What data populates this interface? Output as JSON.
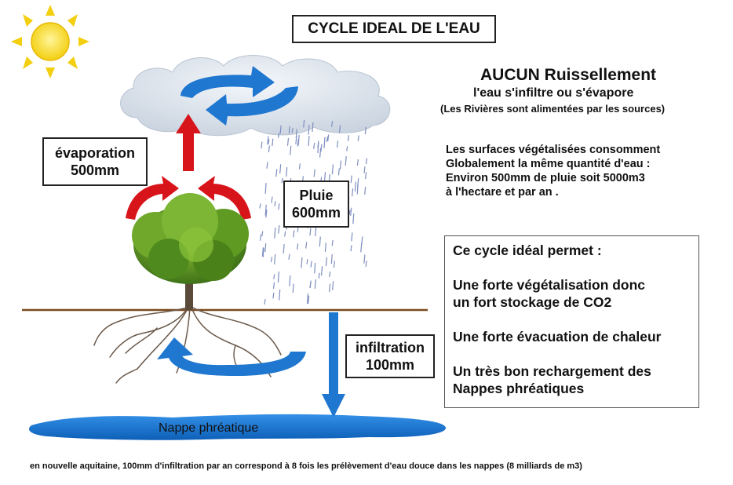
{
  "title": "CYCLE IDEAL DE L'EAU",
  "evaporation": {
    "line1": "évaporation",
    "line2": "500mm"
  },
  "pluie": {
    "line1": "Pluie",
    "line2": "600mm"
  },
  "infiltration": {
    "line1": "infiltration",
    "line2": "100mm"
  },
  "right_text": {
    "heading": "AUCUN Ruissellement",
    "sub1": "l'eau s'infiltre ou s'évapore",
    "sub2": "(Les Rivières sont alimentées par les sources)",
    "paragraph": [
      "Les surfaces végétalisées consomment",
      "Globalement la même quantité d'eau :",
      "Environ 500mm de pluie soit 5000m3",
      "à l'hectare et par an ."
    ]
  },
  "cycle_box": {
    "heading": "Ce cycle idéal permet :",
    "point1": [
      "Une forte végétalisation donc",
      "un fort stockage de CO2"
    ],
    "point2": "Une forte évacuation de chaleur",
    "point3": [
      "Un très bon rechargement des",
      "Nappes phréatiques"
    ]
  },
  "nappe_label": "Nappe phréatique",
  "footer": "en nouvelle aquitaine, 100mm d'infiltration par an correspond à 8 fois les prélèvement d'eau douce dans les nappes (8 milliards de m3)",
  "colors": {
    "sun": "#f7d51e",
    "cloud": "#dfe6ef",
    "arrow_blue": "#1f77d0",
    "arrow_red": "#d8141b",
    "rain": "#7f8fc0",
    "ground": "#7a4a1c",
    "tree_green": "#5f9a22",
    "trunk": "#5a4a3a",
    "water": "#1c7ad6"
  }
}
